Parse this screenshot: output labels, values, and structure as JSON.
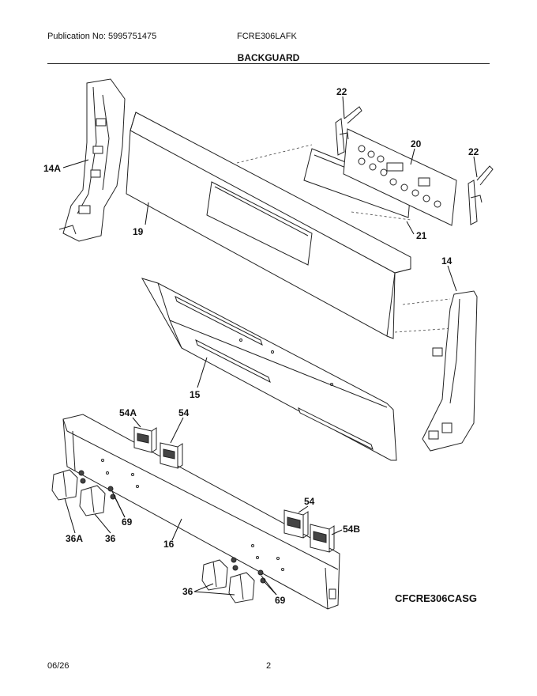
{
  "header": {
    "publication": "Publication No: 5995751475",
    "model": "FCRE306LAFK",
    "section_title": "BACKGUARD"
  },
  "callouts": {
    "c14A": "14A",
    "c19": "19",
    "c22a": "22",
    "c20": "20",
    "c22b": "22",
    "c21": "21",
    "c14": "14",
    "c15": "15",
    "c54A": "54A",
    "c54a": "54",
    "c54b": "54",
    "c54B": "54B",
    "c69a": "69",
    "c36A": "36A",
    "c36a": "36",
    "c16": "16",
    "c36b": "36",
    "c69b": "69"
  },
  "diagram_code": "CFCRE306CASG",
  "footer": {
    "date": "06/26",
    "page": "2"
  }
}
